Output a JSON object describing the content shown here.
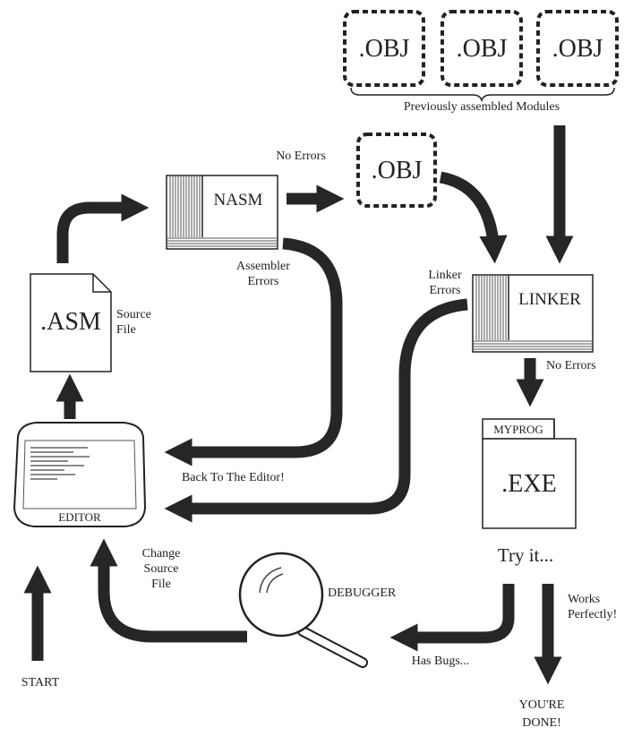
{
  "obj_modules": [
    ".OBJ",
    ".OBJ",
    ".OBJ"
  ],
  "modules_caption": "Previously assembled Modules",
  "obj_new": ".OBJ",
  "nasm": "NASM",
  "linker": "LINKER",
  "asm": ".ASM",
  "source_file": [
    "Source",
    "File"
  ],
  "editor": "EDITOR",
  "no_errors_nasm": "No Errors",
  "assembler_errors": [
    "Assembler",
    "Errors"
  ],
  "linker_errors": [
    "Linker",
    "Errors"
  ],
  "no_errors_linker": "No Errors",
  "exe_tab": "MYPROG",
  "exe": ".EXE",
  "back_to_editor": "Back To The Editor!",
  "try_it": "Try it...",
  "works_perfectly": [
    "Works",
    "Perfectly!"
  ],
  "debugger": "DEBUGGER",
  "change_source": [
    "Change",
    "Source",
    "File"
  ],
  "has_bugs": "Has Bugs...",
  "start": "START",
  "done": [
    "YOU'RE",
    "DONE!"
  ],
  "colors": {
    "ink": "#222222",
    "arrow": "#262626",
    "paper": "#ffffff"
  }
}
